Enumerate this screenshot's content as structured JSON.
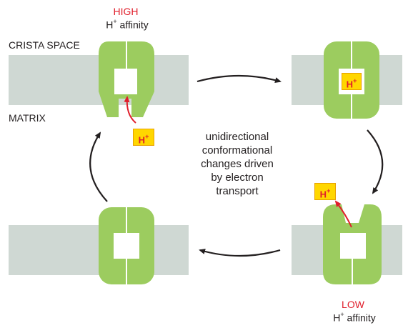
{
  "labels": {
    "crista_space": "CRISTA SPACE",
    "matrix": "MATRIX",
    "high": "HIGH",
    "low": "LOW",
    "h": "H",
    "plus": "+",
    "affinity": " affinity"
  },
  "caption": [
    "unidirectional",
    "conformational",
    "changes driven",
    "by electron",
    "transport"
  ],
  "colors": {
    "membrane": "#cfd8d3",
    "protein": "#9ccc5f",
    "protein_light": "#b8dc86",
    "arrow": "#231f20",
    "proton_arrow": "#e01e2b",
    "proton_box": "#ffd700",
    "accent_text": "#e01e2b"
  }
}
